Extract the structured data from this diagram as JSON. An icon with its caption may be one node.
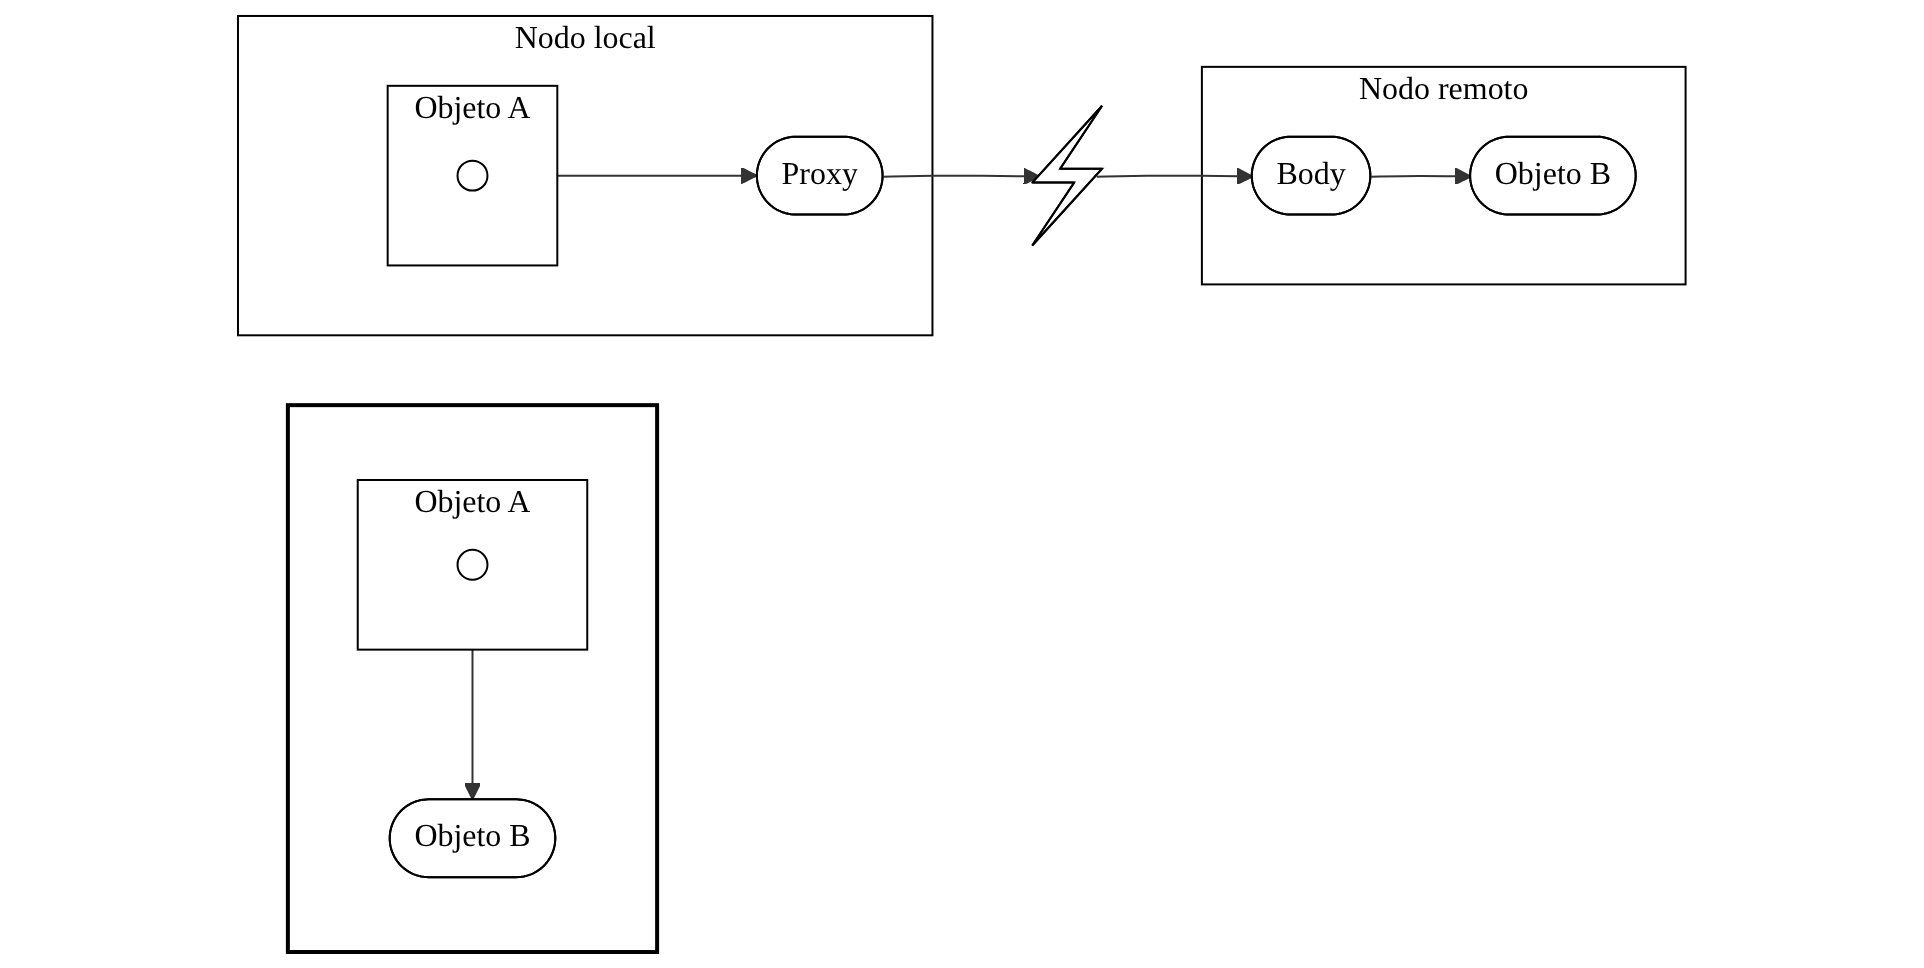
{
  "diagram": {
    "nodes": [
      {
        "text": [],
        "shape": "box"
      },
      {
        "text": [
          "Objeto A"
        ],
        "in": 0
      },
      {
        "text": [],
        "shape": "circle",
        "in": 1
      },
      {
        "text": [
          "Objeto B"
        ],
        "in": 0
      },
      {
        "text": [
          "Nodo local"
        ]
      },
      {
        "text": [
          "Objeto A"
        ],
        "in": 4
      },
      {
        "text": [],
        "shape": "circle",
        "in": 5
      },
      {
        "text": [
          "Proxy"
        ],
        "in": 4
      },
      {
        "text": [],
        "shape": "picture"
      },
      {
        "text": [
          "Nodo remoto"
        ]
      },
      {
        "text": [
          "Objeto B"
        ],
        "in": 9
      },
      {
        "text": [
          "Body"
        ],
        "in": 9
      }
    ],
    "edges": [
      {
        "from": 1,
        "to": 3,
        "arrow": "to"
      },
      {
        "from": 5,
        "to": 7,
        "arrow": "to"
      },
      {
        "from": 7,
        "to": 8,
        "arrow": "to"
      },
      {
        "from": 8,
        "to": 11,
        "arrow": "to"
      },
      {
        "from": 11,
        "to": 10,
        "arrow": "to"
      }
    ]
  }
}
